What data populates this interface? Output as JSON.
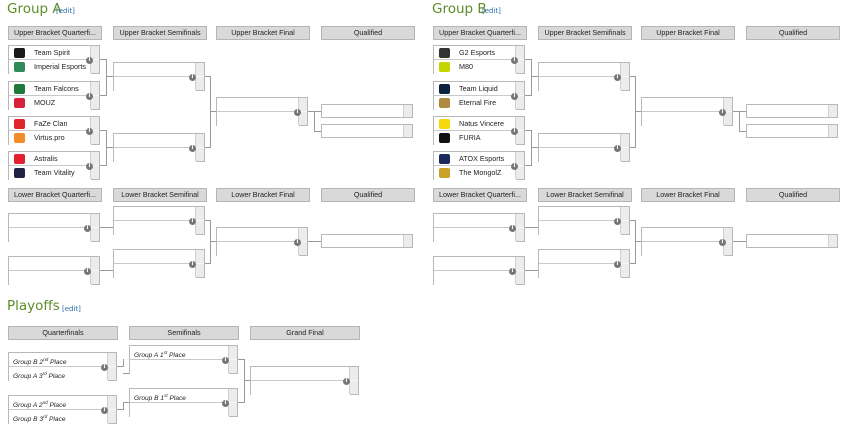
{
  "groupA": {
    "title": "Group A",
    "edit": "[edit]",
    "headers": {
      "ub_qf": "Upper Bracket Quarterfi...",
      "ub_sf": "Upper Bracket Semifinals",
      "ub_f": "Upper Bracket Final",
      "qualified": "Qualified",
      "lb_qf": "Lower Bracket Quarterfi...",
      "lb_sf": "Lower Bracket Semifinal",
      "lb_f": "Lower Bracket Final",
      "lb_qualified": "Qualified"
    },
    "matches": [
      {
        "team1": "Team Spirit",
        "team2": "Imperial Esports"
      },
      {
        "team1": "Team Falcons",
        "team2": "MOUZ"
      },
      {
        "team1": "FaZe Clan",
        "team2": "Virtus.pro"
      },
      {
        "team1": "Astralis",
        "team2": "Team Vitality"
      }
    ]
  },
  "groupB": {
    "title": "Group B",
    "edit": "[edit]",
    "headers": {
      "ub_qf": "Upper Bracket Quarterfi...",
      "ub_sf": "Upper Bracket Semifinals",
      "ub_f": "Upper Bracket Final",
      "qualified": "Qualified",
      "lb_qf": "Lower Bracket Quarterfi...",
      "lb_sf": "Lower Bracket Semifinal",
      "lb_f": "Lower Bracket Final",
      "lb_qualified": "Qualified"
    },
    "matches": [
      {
        "team1": "G2 Esports",
        "team2": "M80"
      },
      {
        "team1": "Team Liquid",
        "team2": "Eternal Fire"
      },
      {
        "team1": "Natus Vincere",
        "team2": "FURIA"
      },
      {
        "team1": "ATOX Esports",
        "team2": "The MongolZ"
      }
    ]
  },
  "playoffs": {
    "title": "Playoffs",
    "edit": "[edit]",
    "headers": {
      "qf": "Quarterfinals",
      "sf": "Semifinals",
      "gf": "Grand Final"
    },
    "qf": [
      {
        "slot1": {
          "text": "Group B 2",
          "sup": "nd",
          "suffix": " Place"
        },
        "slot2": {
          "text": "Group A 3",
          "sup": "rd",
          "suffix": " Place"
        }
      },
      {
        "slot1": {
          "text": "Group A 2",
          "sup": "nd",
          "suffix": " Place"
        },
        "slot2": {
          "text": "Group B 3",
          "sup": "rd",
          "suffix": " Place"
        }
      }
    ],
    "sf": [
      {
        "slot1": {
          "text": "Group A 1",
          "sup": "st",
          "suffix": " Place"
        }
      },
      {
        "slot1": {
          "text": "Group B 1",
          "sup": "st",
          "suffix": " Place"
        }
      }
    ]
  },
  "info_glyph": "i",
  "colors": {
    "title": "#5e8d28",
    "link": "#2f6dad",
    "header_bg": "#d9d9d9",
    "line": "#9a9a9a"
  },
  "logos": {
    "Team Spirit": "#1a1a1a",
    "Imperial Esports": "#2e8b57",
    "Team Falcons": "#1f7a3a",
    "MOUZ": "#d6213a",
    "FaZe Clan": "#e0262d",
    "Virtus.pro": "#f28c28",
    "Astralis": "#e21f2f",
    "Team Vitality": "#222244",
    "G2 Esports": "#333333",
    "M80": "#c4d600",
    "Team Liquid": "#0c2340",
    "Eternal Fire": "#b08a3e",
    "Natus Vincere": "#f5d90a",
    "FURIA": "#111111",
    "ATOX Esports": "#1b2a5b",
    "The MongolZ": "#c9a227"
  }
}
